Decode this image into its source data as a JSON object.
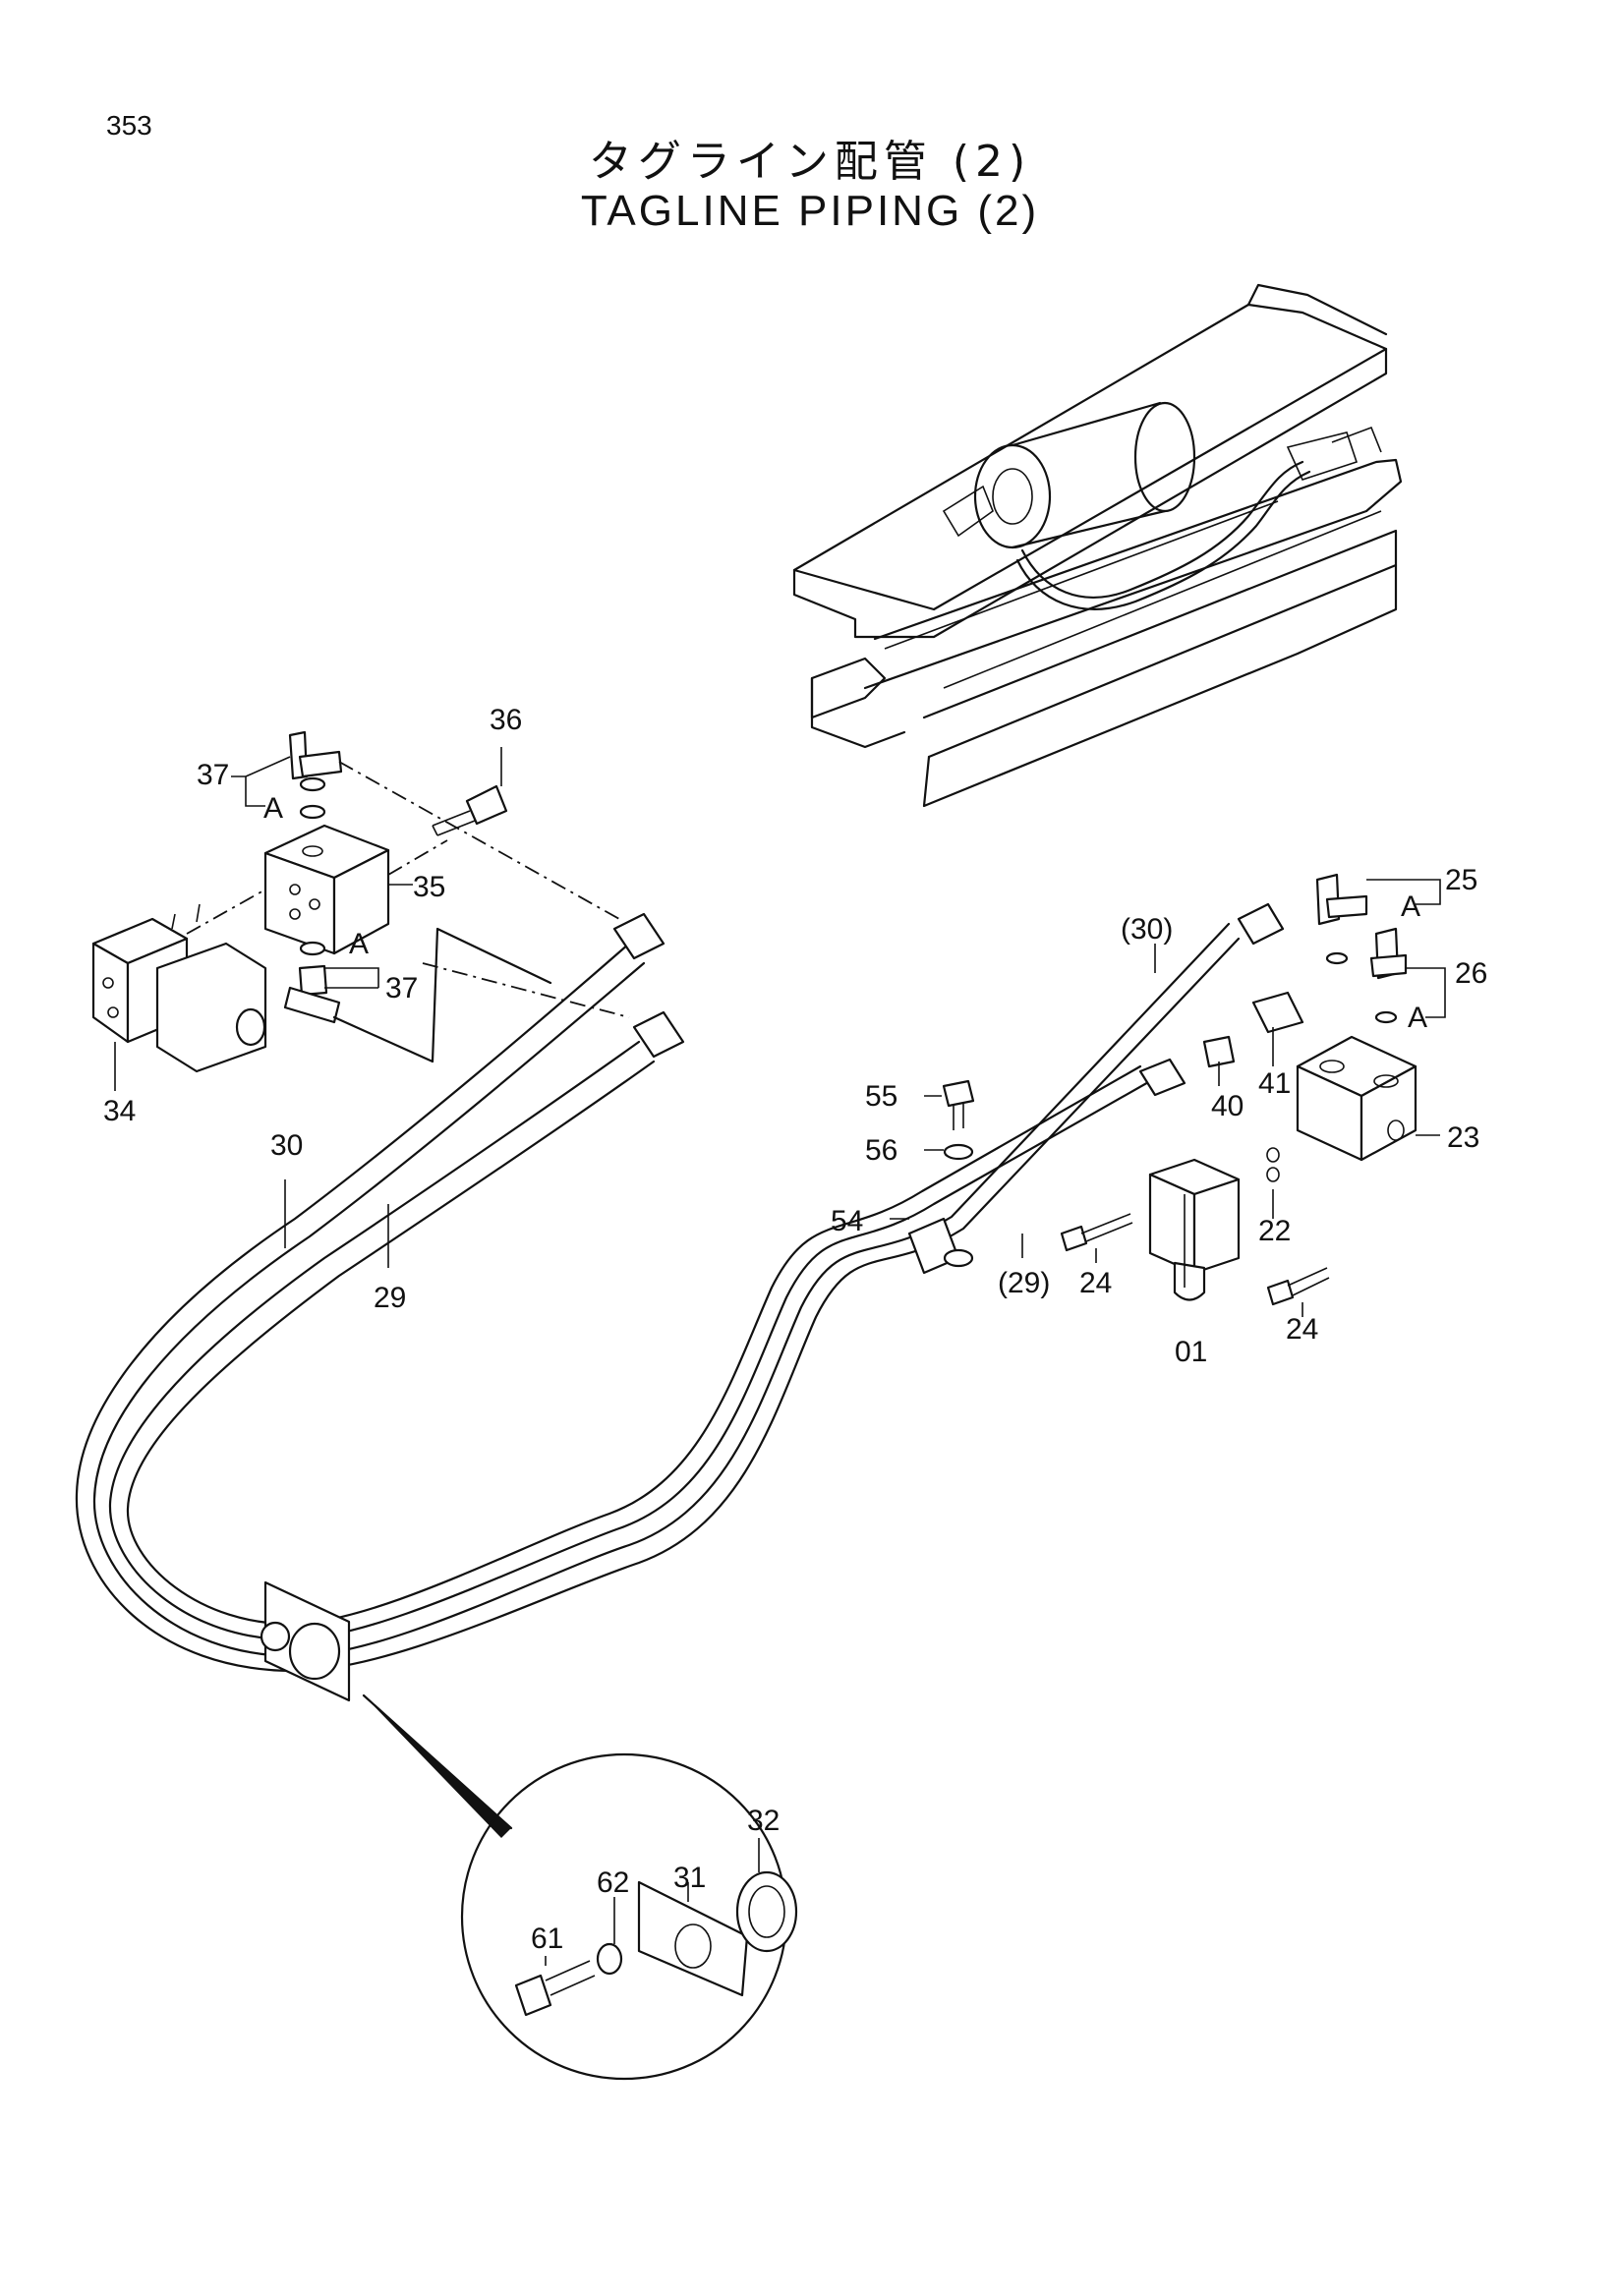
{
  "page_number": "353",
  "title_jp": "タグライン配管 (2)",
  "title_en": "TAGLINE PIPING (2)",
  "callouts": {
    "p36": "36",
    "p37a": "37",
    "p37b": "37",
    "p35": "35",
    "p34": "34",
    "p30": "30",
    "p29": "29",
    "p30p": "(30)",
    "p29p": "(29)",
    "p25": "25",
    "p26": "26",
    "p23": "23",
    "p40": "40",
    "p41": "41",
    "p55": "55",
    "p56": "56",
    "p54": "54",
    "p22": "22",
    "p24a": "24",
    "p24b": "24",
    "p01": "01",
    "p31": "31",
    "p32": "32",
    "p61": "61",
    "p62": "62",
    "a1": "A",
    "a2": "A",
    "a3": "A",
    "a4": "A"
  }
}
